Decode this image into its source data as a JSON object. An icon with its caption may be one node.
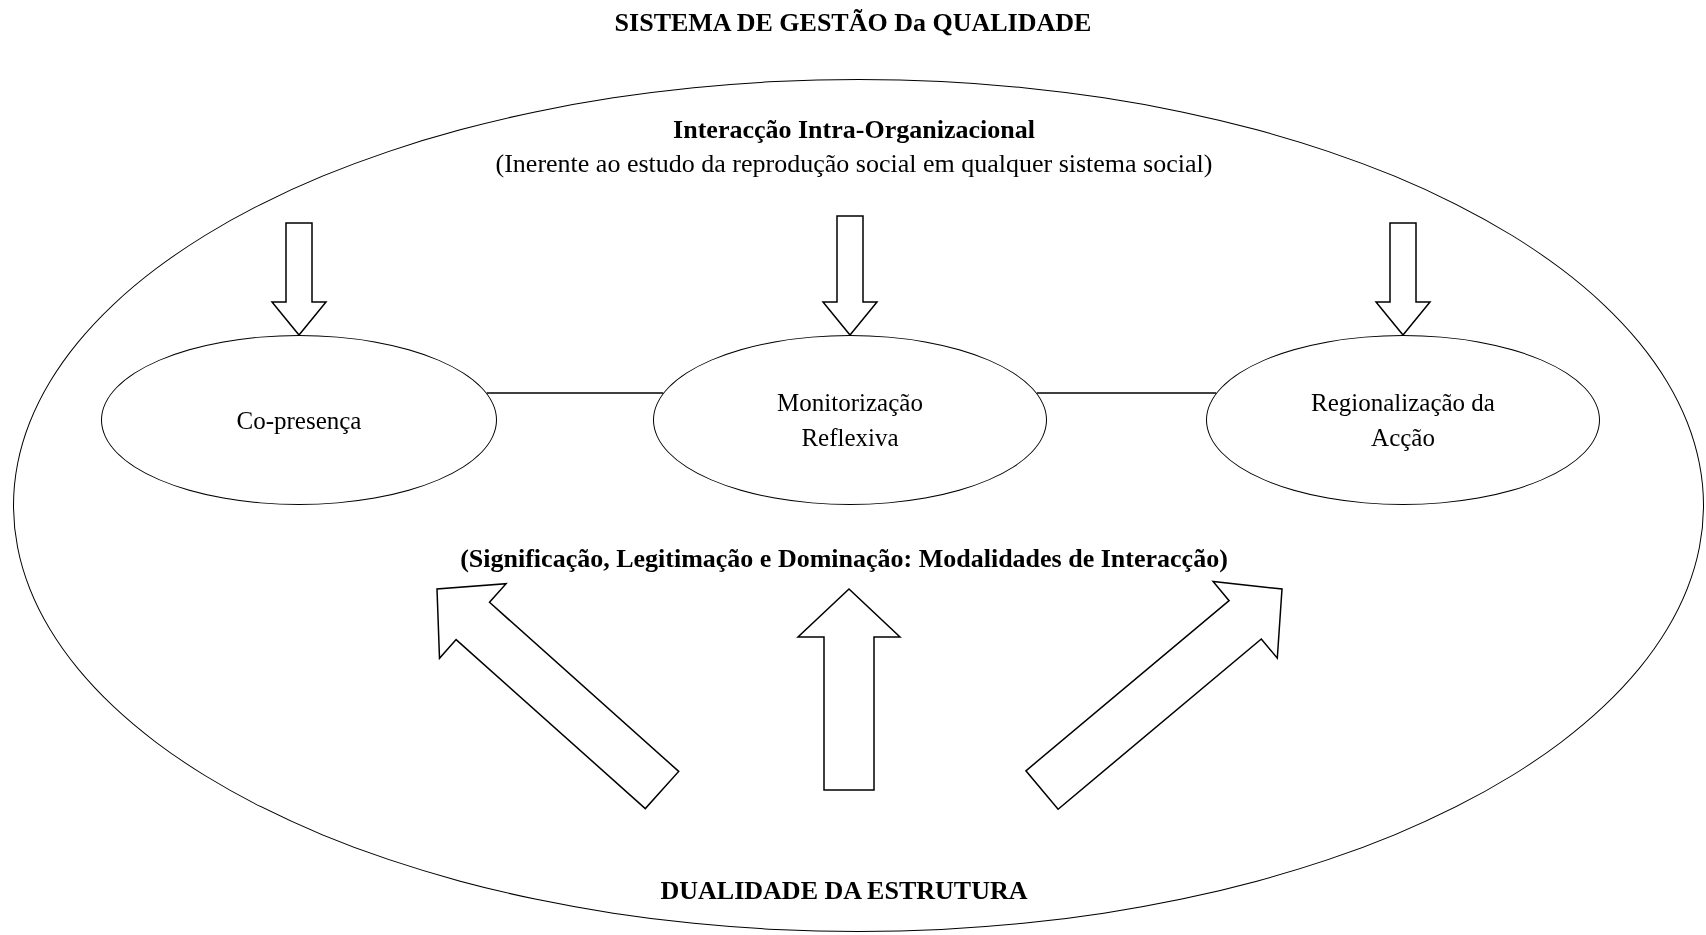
{
  "diagram": {
    "title": "SISTEMA DE GESTÃO Da QUALIDADE",
    "nodes": [
      {
        "text": [],
        "shape": "ellipse"
      },
      {
        "text": [
          "Interacção Intra-Organizacional",
          "(Inerente ao estudo da reprodução social em qualquer sistema social)"
        ],
        "in": 0
      },
      {
        "text": [
          "Co-presença"
        ],
        "in": 0
      },
      {
        "text": [
          "Monitorização Reflexiva"
        ],
        "in": 0
      },
      {
        "text": [
          "Regionalização da Acção"
        ],
        "in": 0
      },
      {
        "text": [
          "(Significação, Legitimação e Dominação: Modalidades de Interacção)"
        ],
        "in": 0
      },
      {
        "text": [
          "DUALIDADE DA ESTRUTURA"
        ],
        "in": 0
      }
    ],
    "edges": [
      {
        "from": null,
        "to": 2,
        "arrow": "to",
        "style": "thick"
      },
      {
        "from": 1,
        "to": 3,
        "arrow": "to",
        "style": "thick"
      },
      {
        "from": null,
        "to": 4,
        "arrow": "to",
        "style": "thick"
      },
      {
        "from": 2,
        "to": 3,
        "arrow": "none"
      },
      {
        "from": 3,
        "to": 4,
        "arrow": "none"
      },
      {
        "from": 6,
        "to": 5,
        "arrow": "to",
        "style": "thick"
      },
      {
        "from": 6,
        "to": 5,
        "arrow": "to",
        "style": "thick"
      },
      {
        "from": 6,
        "to": 5,
        "arrow": "to",
        "style": "thick"
      }
    ]
  }
}
